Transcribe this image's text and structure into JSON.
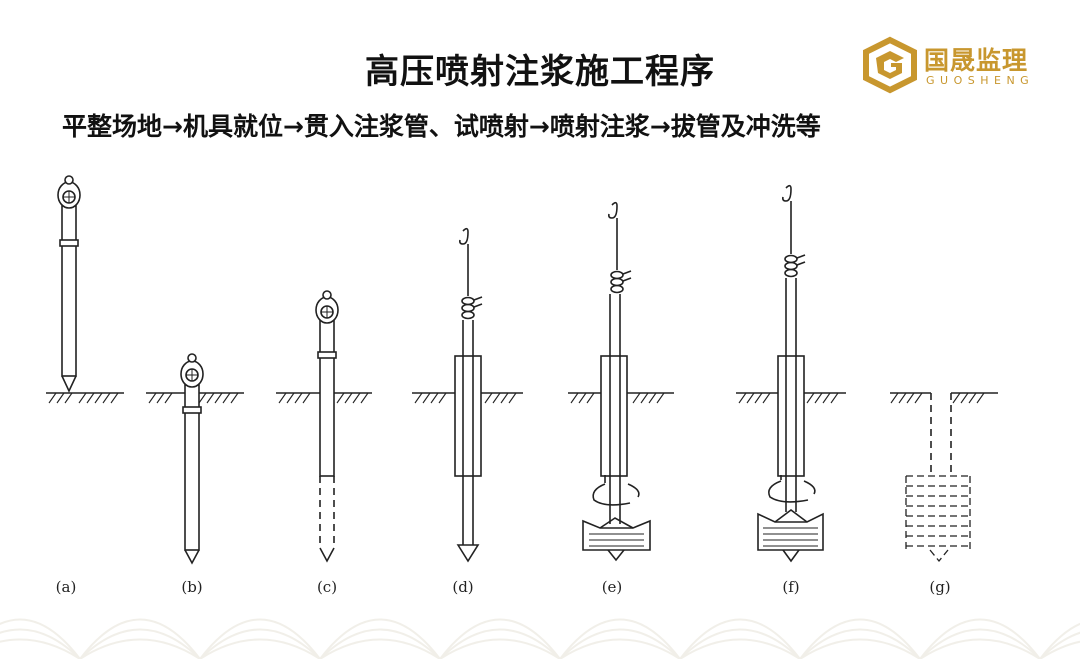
{
  "slide": {
    "title": "高压喷射注浆施工程序",
    "subtitle": "平整场地→机具就位→贯入注浆管、试喷射→喷射注浆→拔管及冲洗等"
  },
  "logo": {
    "name": "国晟监理",
    "sub": "GUOSHENG",
    "color": "#c8972e"
  },
  "steps": [
    {
      "caption": "(a)"
    },
    {
      "caption": "(b)"
    },
    {
      "caption": "(c)"
    },
    {
      "caption": "(d)"
    },
    {
      "caption": "(e)"
    },
    {
      "caption": "(f)"
    },
    {
      "caption": "(g)"
    }
  ]
}
